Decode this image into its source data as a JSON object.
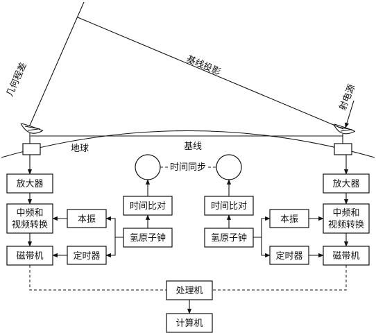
{
  "labels": {
    "geometric_delay": "几何程差",
    "baseline_projection": "基线投影",
    "radio_source": "射电源",
    "earth": "地球",
    "baseline": "基线",
    "time_sync": "时间同步"
  },
  "left_station": {
    "amplifier": "放大器",
    "converter_line1": "中频和",
    "converter_line2": "视频转换",
    "recorder": "磁带机",
    "local_oscillator": "本振",
    "timer": "定时器",
    "hydrogen_clock": "氢原子钟",
    "time_compare": "时间比对"
  },
  "right_station": {
    "amplifier": "放大器",
    "converter_line1": "中频和",
    "converter_line2": "视频转换",
    "recorder": "磁带机",
    "local_oscillator": "本振",
    "timer": "定时器",
    "hydrogen_clock": "氢原子钟",
    "time_compare": "时间比对"
  },
  "processor": "处理机",
  "computer": "计算机"
}
